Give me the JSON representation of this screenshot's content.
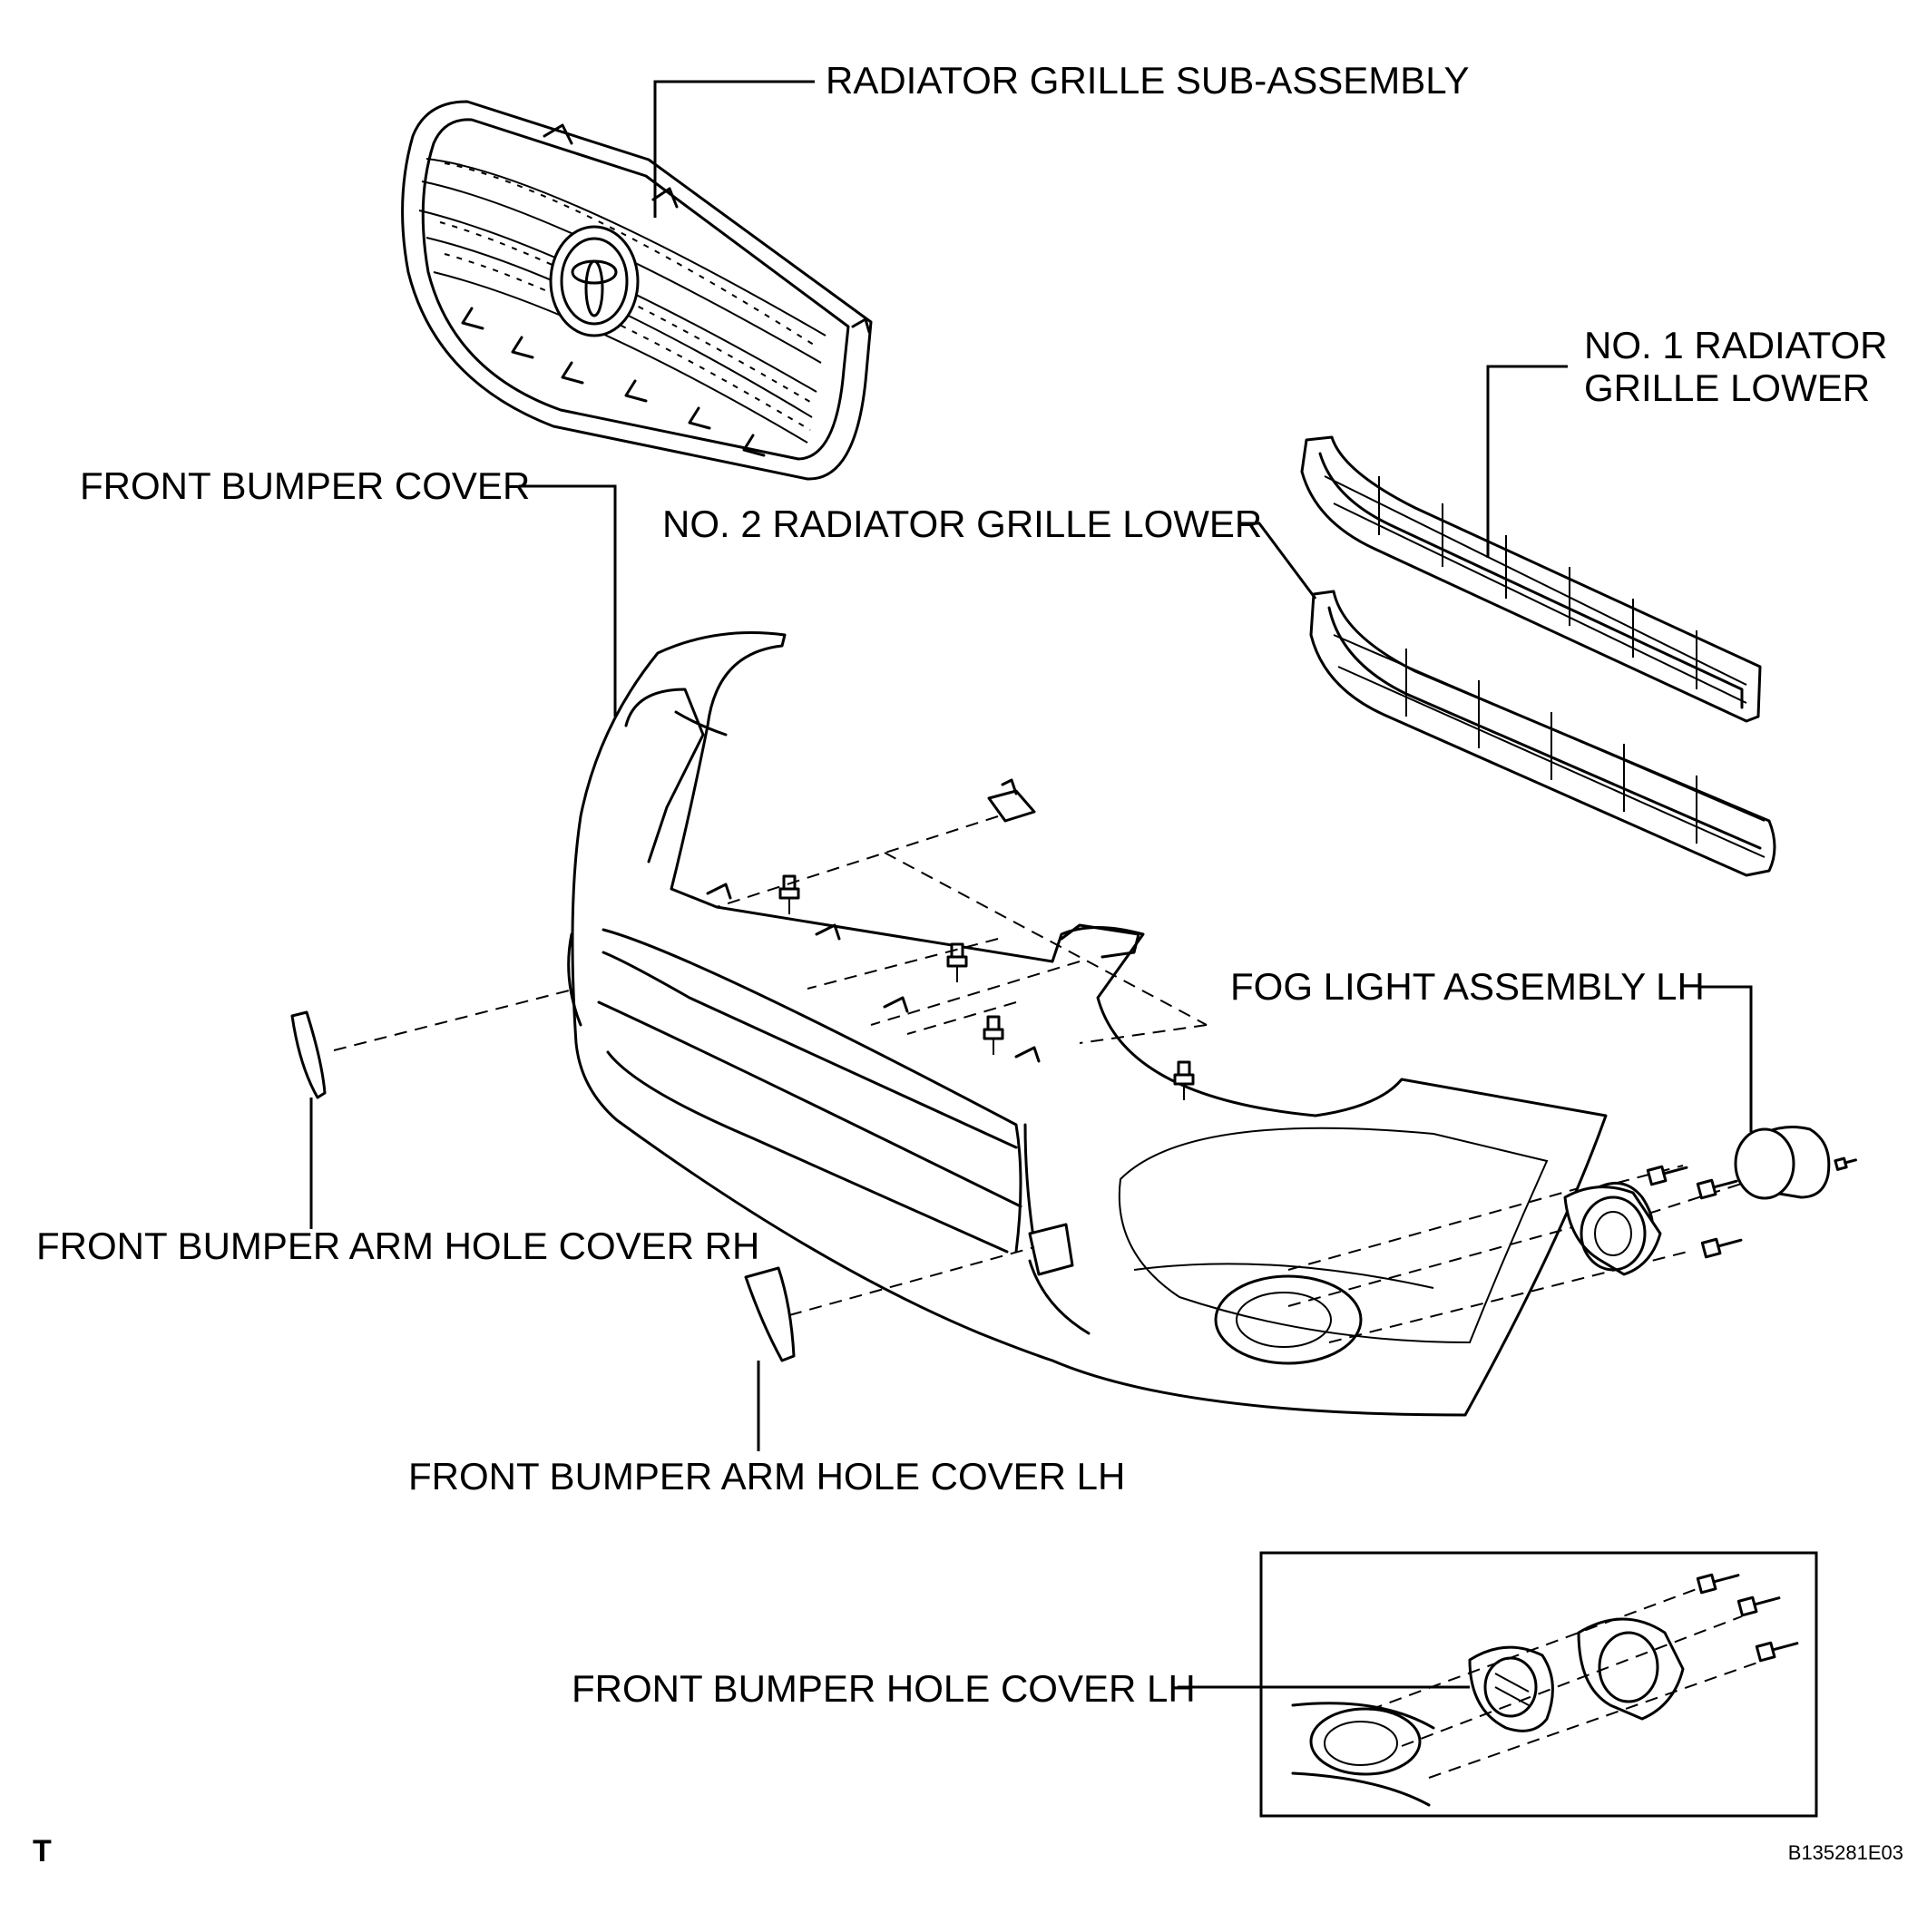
{
  "labels": {
    "radiator_grille_sub_assembly": "RADIATOR GRILLE SUB-ASSEMBLY",
    "no1_radiator_grille_lower": "NO. 1 RADIATOR\nGRILLE LOWER",
    "front_bumper_cover": "FRONT BUMPER COVER",
    "no2_radiator_grille_lower": "NO. 2 RADIATOR GRILLE LOWER",
    "fog_light_assembly_lh": "FOG LIGHT ASSEMBLY LH",
    "front_bumper_arm_hole_cover_rh": "FRONT BUMPER ARM HOLE COVER RH",
    "front_bumper_arm_hole_cover_lh": "FRONT BUMPER ARM HOLE COVER LH",
    "front_bumper_hole_cover_lh": "FRONT BUMPER HOLE COVER LH"
  },
  "corner_mark": "T",
  "figure_code": "B135281E03"
}
